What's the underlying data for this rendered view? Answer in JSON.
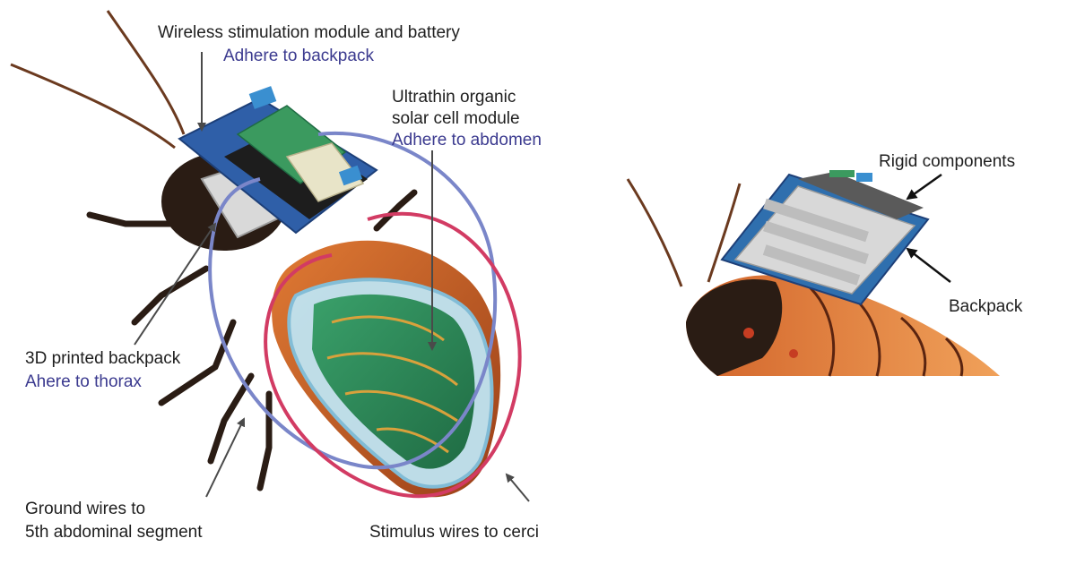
{
  "left_figure": {
    "wireless_module": {
      "label": "Wireless stimulation module and battery",
      "note": "Adhere to backpack"
    },
    "solar_cell": {
      "label_line1": "Ultrathin organic",
      "label_line2": "solar cell module",
      "note": "Adhere to abdomen"
    },
    "backpack_3d": {
      "label": "3D printed backpack",
      "note": "Ahere to thorax"
    },
    "ground_wires": {
      "label_line1": "Ground wires to",
      "label_line2": "5th abdominal segment"
    },
    "stimulus_wires": {
      "label": "Stimulus wires to cerci"
    }
  },
  "right_figure": {
    "rigid_components": {
      "label": "Rigid components"
    },
    "backpack": {
      "label": "Backpack"
    }
  },
  "colors": {
    "label_text": "#1e1e1e",
    "note_text": "#3b3a8f",
    "ground_wire": "#7a86c9",
    "stimulus_wire": "#d23b63",
    "pcb_blue": "#2f5fa8",
    "solar_green": "#2e8a55",
    "abdomen_orange": "#c4622a",
    "insect_dark": "#2a1c14"
  }
}
